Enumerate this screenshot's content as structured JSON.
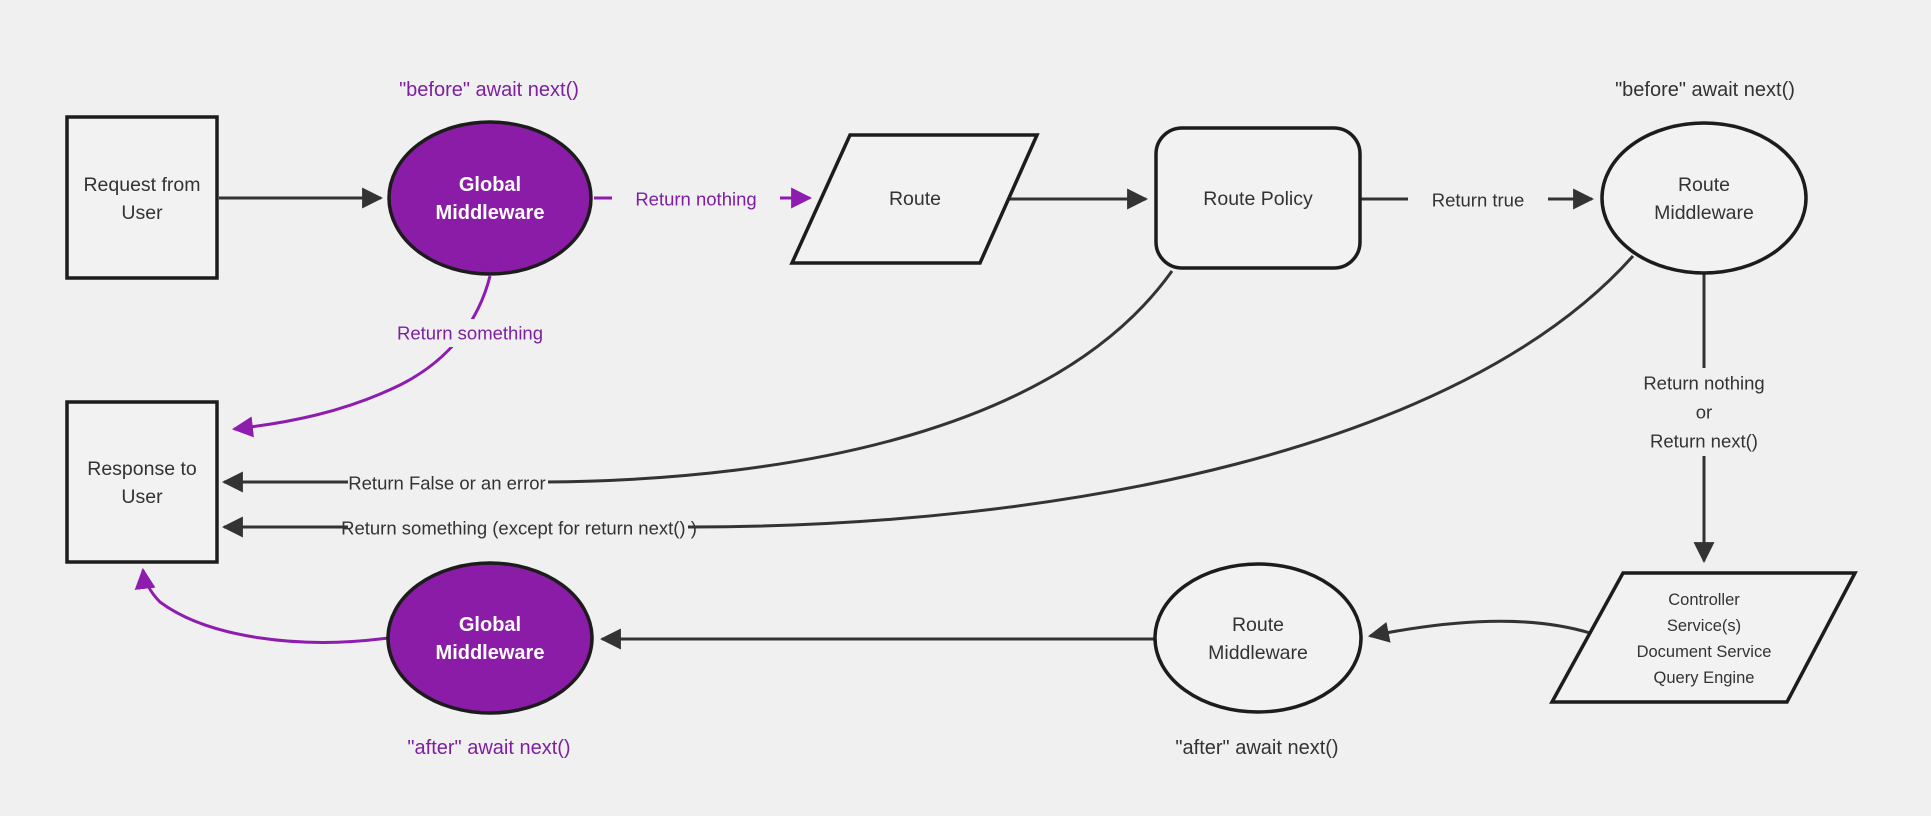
{
  "colors": {
    "background": "#f0f0f0",
    "node_fill": "#f2f2f2",
    "node_border": "#1c1c1c",
    "edge_dark": "#333333",
    "purple_fill": "#8b1ca8",
    "purple_edge": "#8e1daf",
    "purple_text": "#7c1fa2",
    "white_text": "#ffffff",
    "dark_text": "#333333"
  },
  "nodes": {
    "request": {
      "line1": "Request from",
      "line2": "User"
    },
    "global_top": {
      "line1": "Global",
      "line2": "Middleware"
    },
    "route": {
      "label": "Route"
    },
    "route_policy": {
      "label": "Route Policy"
    },
    "route_mw_top": {
      "line1": "Route",
      "line2": "Middleware"
    },
    "controller": {
      "line1": "Controller",
      "line2": "Service(s)",
      "line3": "Document Service",
      "line4": "Query Engine"
    },
    "route_mw_bottom": {
      "line1": "Route",
      "line2": "Middleware"
    },
    "global_bottom": {
      "line1": "Global",
      "line2": "Middleware"
    },
    "response": {
      "line1": "Response to",
      "line2": "User"
    }
  },
  "labels": {
    "before_purple": "\"before\" await next()",
    "before_black": "\"before\" await next()",
    "after_black": "\"after\" await next()",
    "after_purple": "\"after\" await next()",
    "return_nothing": "Return nothing",
    "return_something": "Return something",
    "return_true": "Return true",
    "return_nothing_l1": "Return nothing",
    "return_nothing_l2": "or",
    "return_nothing_l3": "Return next()",
    "return_false": "Return False or an error",
    "return_something_except": "Return something (except for return next() )"
  }
}
